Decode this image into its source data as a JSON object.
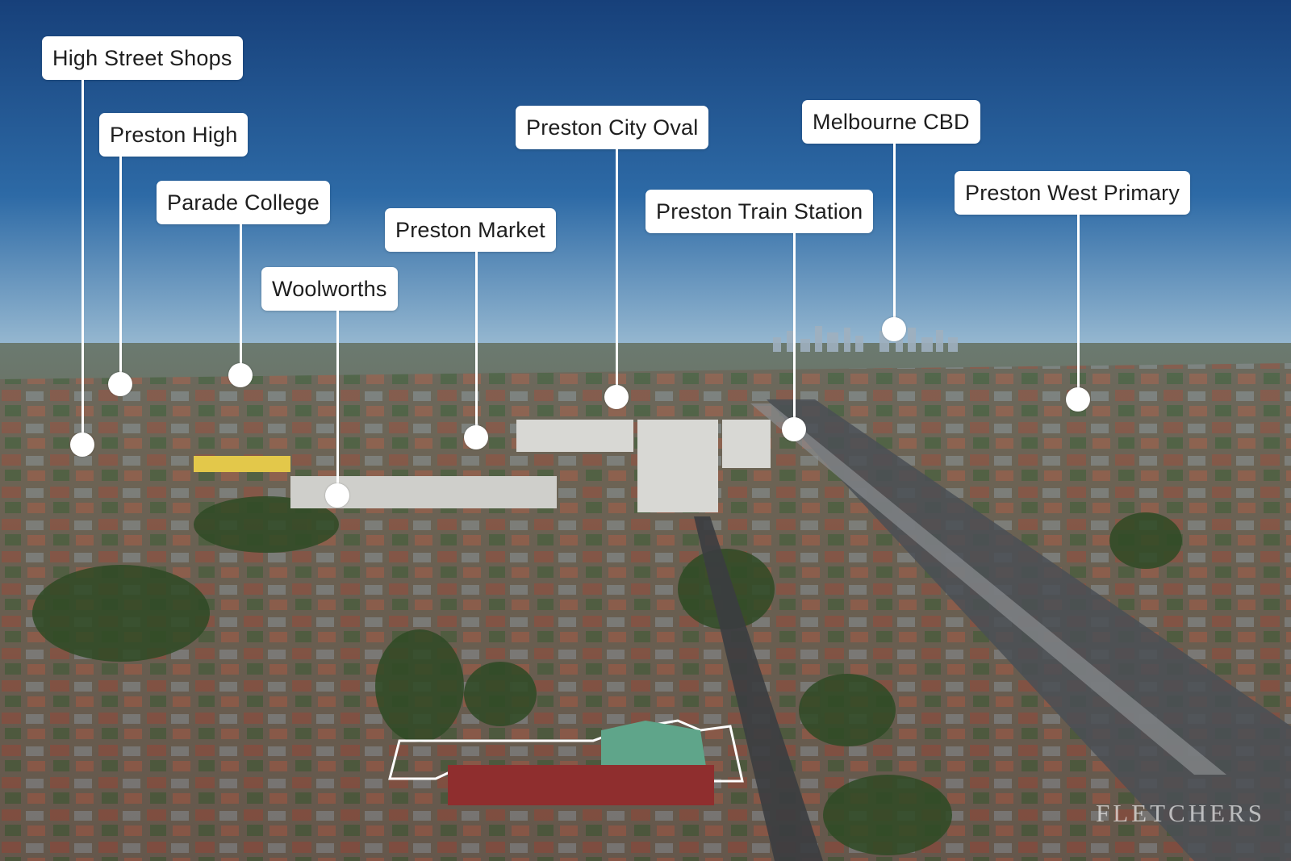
{
  "image": {
    "description_free_palette": {
      "sky_top": "#17407a",
      "sky_mid": "#2d6aa6",
      "sky_horizon": "#8fb4cf",
      "suburb_far": "#5d6e58",
      "suburb_near": "#6f6a5c",
      "tree_green": "#2f4a25",
      "rail_corridor": "#4a4f55"
    }
  },
  "callouts": [
    {
      "label": "High Street Shops"
    },
    {
      "label": "Preston High"
    },
    {
      "label": "Parade College"
    },
    {
      "label": "Woolworths"
    },
    {
      "label": "Preston Market"
    },
    {
      "label": "Preston City Oval"
    },
    {
      "label": "Preston Train Station"
    },
    {
      "label": "Melbourne CBD"
    },
    {
      "label": "Preston West Primary"
    }
  ],
  "watermark": {
    "text": "FLETCHERS"
  }
}
